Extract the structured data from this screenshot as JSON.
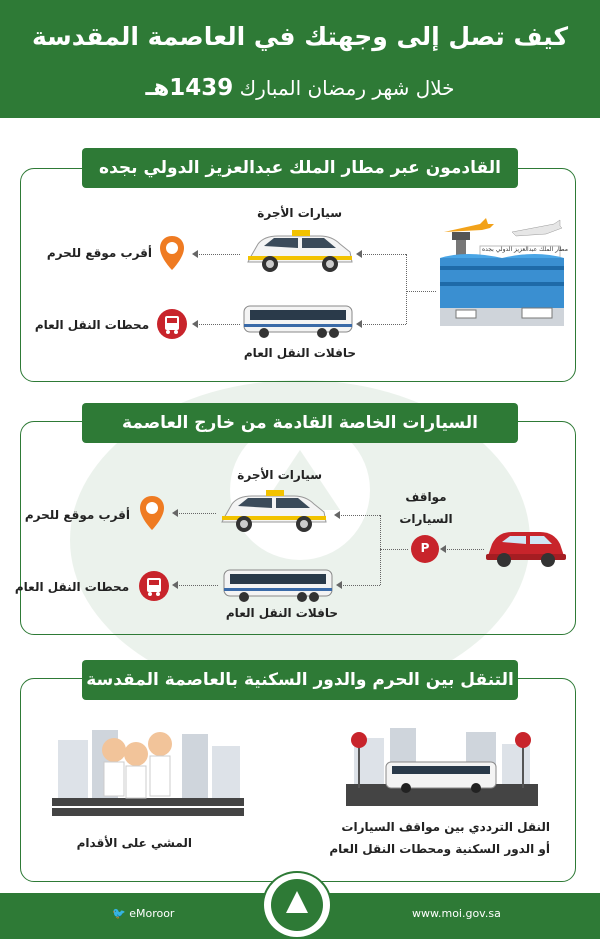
{
  "header": {
    "title": "كيف تصل إلى وجهتك في العاصمة المقدسة",
    "subtitle_prefix": "خلال شهر رمضان المبارك",
    "subtitle_year": "1439هـ"
  },
  "section1": {
    "banner": "القادمون عبر مطار الملك عبدالعزيز الدولي بجده",
    "airport_sign": "مطار الملك عبدالعزيز الدولي بجده",
    "taxi_label": "سيارات الأجرة",
    "bus_label": "حافلات النقل العام",
    "dest_location": "أقرب موقع للحرم",
    "dest_station": "محطات النقل العام"
  },
  "section2": {
    "banner": "السيارات الخاصة القادمة من خارج العاصمة",
    "parking_label_line1": "مواقف",
    "parking_label_line2": "السيارات",
    "parking_letter": "P",
    "taxi_label": "سيارات الأجرة",
    "bus_label": "حافلات النقل العام",
    "dest_location": "أقرب موقع للحرم",
    "dest_station": "محطات النقل العام"
  },
  "section3": {
    "banner": "التنقل بين الحرم والدور السكنية بالعاصمة المقدسة",
    "walking_label": "المشي على الأقدام",
    "shuttle_line1": "النقل الترددي بين مواقف السيارات",
    "shuttle_line2": "أو الدور السكنية ومحطات النقل العام"
  },
  "footer": {
    "twitter": "eMoroor",
    "website": "www.moi.gov.sa"
  },
  "colors": {
    "primary_green": "#2e7a36",
    "accent_red": "#c8242b",
    "pin_orange": "#ef7b22",
    "taxi_yellow": "#f2c200"
  }
}
